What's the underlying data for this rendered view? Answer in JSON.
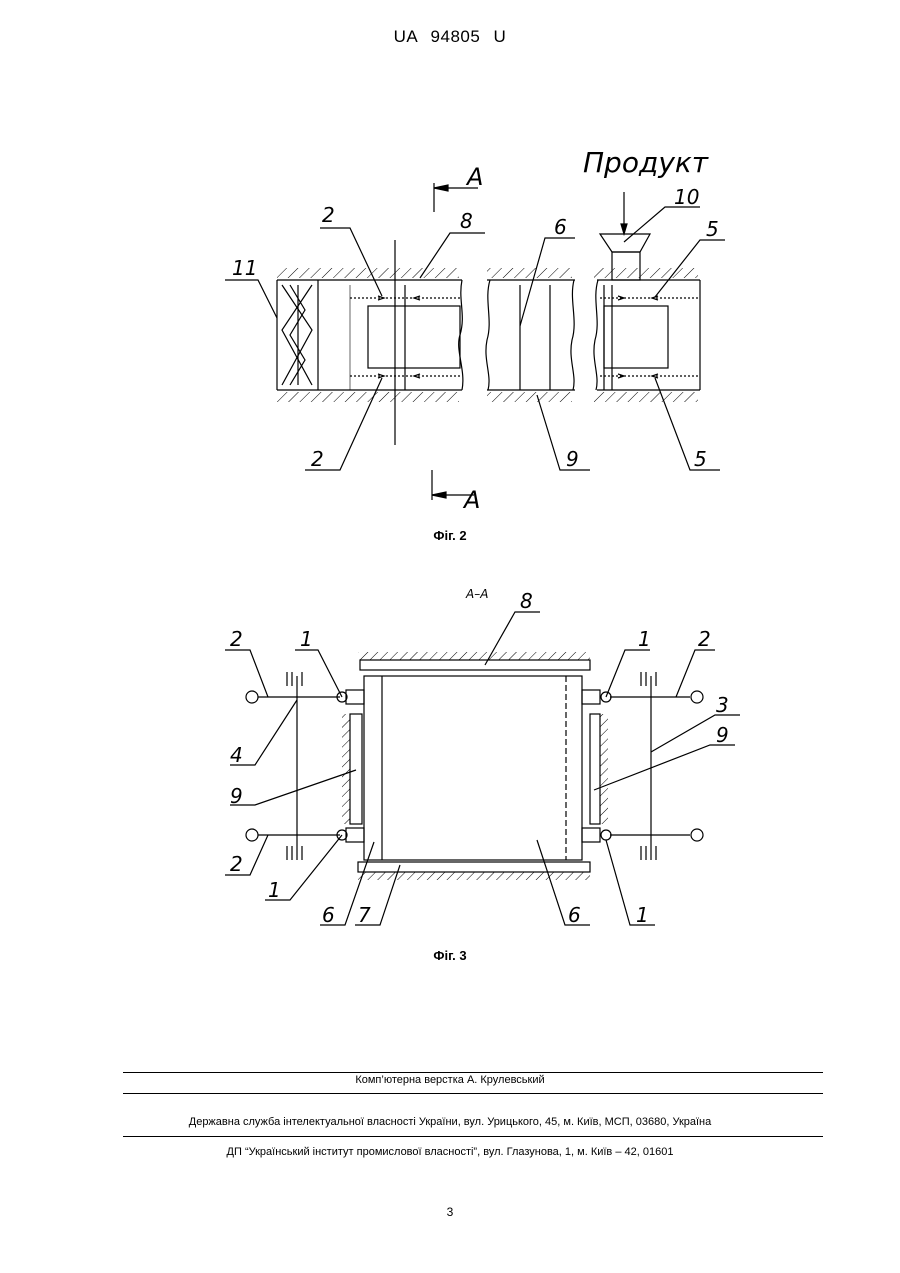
{
  "header": {
    "patent_number": "UA   94805   U"
  },
  "figure2": {
    "caption": "Фіг. 2",
    "product_label": "Продукт",
    "section_label_top": "A",
    "section_label_bottom": "A",
    "labels": {
      "l11": "11",
      "l2a": "2",
      "l8": "8",
      "l6": "6",
      "l10": "10",
      "l5a": "5",
      "l2b": "2",
      "l9": "9",
      "l5b": "5"
    }
  },
  "figure3": {
    "caption": "Фіг. 3",
    "section_title": "А–А",
    "labels": {
      "l8": "8",
      "l2tl": "2",
      "l1tl": "1",
      "l1tr": "1",
      "l2tr": "2",
      "l3": "3",
      "l4": "4",
      "l9l": "9",
      "l9r": "9",
      "l2bl": "2",
      "l1bl": "1",
      "l6a": "6",
      "l7": "7",
      "l6b": "6",
      "l1br": "1"
    }
  },
  "footer": {
    "layout": "Комп’ютерна верстка А. Крулевський",
    "service": "Державна служба інтелектуальної власності України, вул. Урицького, 45, м. Київ, МСП, 03680, Україна",
    "institute": "ДП “Український інститут промислової власності”, вул. Глазунова, 1, м. Київ – 42, 01601"
  },
  "page_number": "3"
}
